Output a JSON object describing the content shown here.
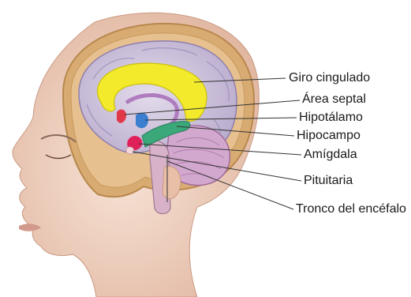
{
  "labels": [
    {
      "key": "cingulate",
      "text": "Giro cingulado",
      "color": "#f2ea2a"
    },
    {
      "key": "septal",
      "text": "Área septal",
      "color": "#e03a4a"
    },
    {
      "key": "hypothalamus",
      "text": "Hipotálamo",
      "color": "#3b7fd0"
    },
    {
      "key": "hippocampus",
      "text": "Hipocampo",
      "color": "#3aa878"
    },
    {
      "key": "amygdala",
      "text": "Amígdala",
      "color": "#e0205a"
    },
    {
      "key": "pituitary",
      "text": "Pituitaria",
      "color": "#d9b0b8"
    },
    {
      "key": "brainstem",
      "text": "Tronco del encéfalo",
      "color": "#c9a0c6"
    }
  ],
  "palette": {
    "skin": "#f1d6c4",
    "skull": "#d9b07a",
    "brain": "#c6bcd8",
    "leader_line": "#333333"
  }
}
